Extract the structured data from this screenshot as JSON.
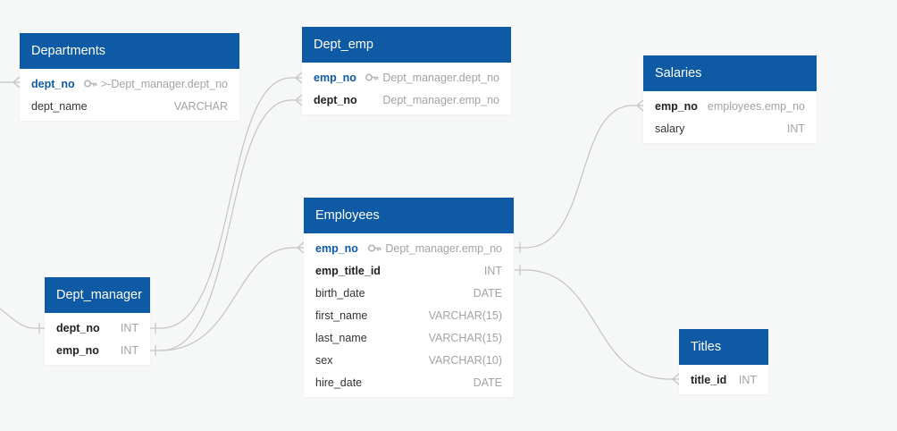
{
  "tables": {
    "departments": {
      "title": "Departments",
      "fields": [
        {
          "name": "dept_no",
          "type": ">-Dept_manager.dept_no",
          "pk": true,
          "fk": true
        },
        {
          "name": "dept_name",
          "type": "VARCHAR"
        }
      ]
    },
    "dept_emp": {
      "title": "Dept_emp",
      "fields": [
        {
          "name": "emp_no",
          "type": "Dept_manager.dept_no",
          "pk": true,
          "fk": true
        },
        {
          "name": "dept_no",
          "type": "Dept_manager.emp_no",
          "bold": true
        }
      ]
    },
    "salaries": {
      "title": "Salaries",
      "fields": [
        {
          "name": "emp_no",
          "type": "employees.emp_no",
          "bold": true
        },
        {
          "name": "salary",
          "type": "INT"
        }
      ]
    },
    "employees": {
      "title": "Employees",
      "fields": [
        {
          "name": "emp_no",
          "type": "Dept_manager.emp_no",
          "pk": true,
          "fk": true
        },
        {
          "name": "emp_title_id",
          "type": "INT",
          "bold": true
        },
        {
          "name": "birth_date",
          "type": "DATE"
        },
        {
          "name": "first_name",
          "type": "VARCHAR(15)"
        },
        {
          "name": "last_name",
          "type": "VARCHAR(15)"
        },
        {
          "name": "sex",
          "type": "VARCHAR(10)"
        },
        {
          "name": "hire_date",
          "type": "DATE"
        }
      ]
    },
    "dept_manager": {
      "title": "Dept_manager",
      "fields": [
        {
          "name": "dept_no",
          "type": "INT",
          "bold": true
        },
        {
          "name": "emp_no",
          "type": "INT",
          "bold": true
        }
      ]
    },
    "titles": {
      "title": "Titles",
      "fields": [
        {
          "name": "title_id",
          "type": "INT",
          "bold": true
        }
      ]
    }
  },
  "colors": {
    "header_bg": "#0e5aa4",
    "canvas_bg": "#f6f7f7",
    "connector": "#c4c4c4",
    "pk_text": "#0e5aa4",
    "type_text": "#a3a3a3"
  }
}
